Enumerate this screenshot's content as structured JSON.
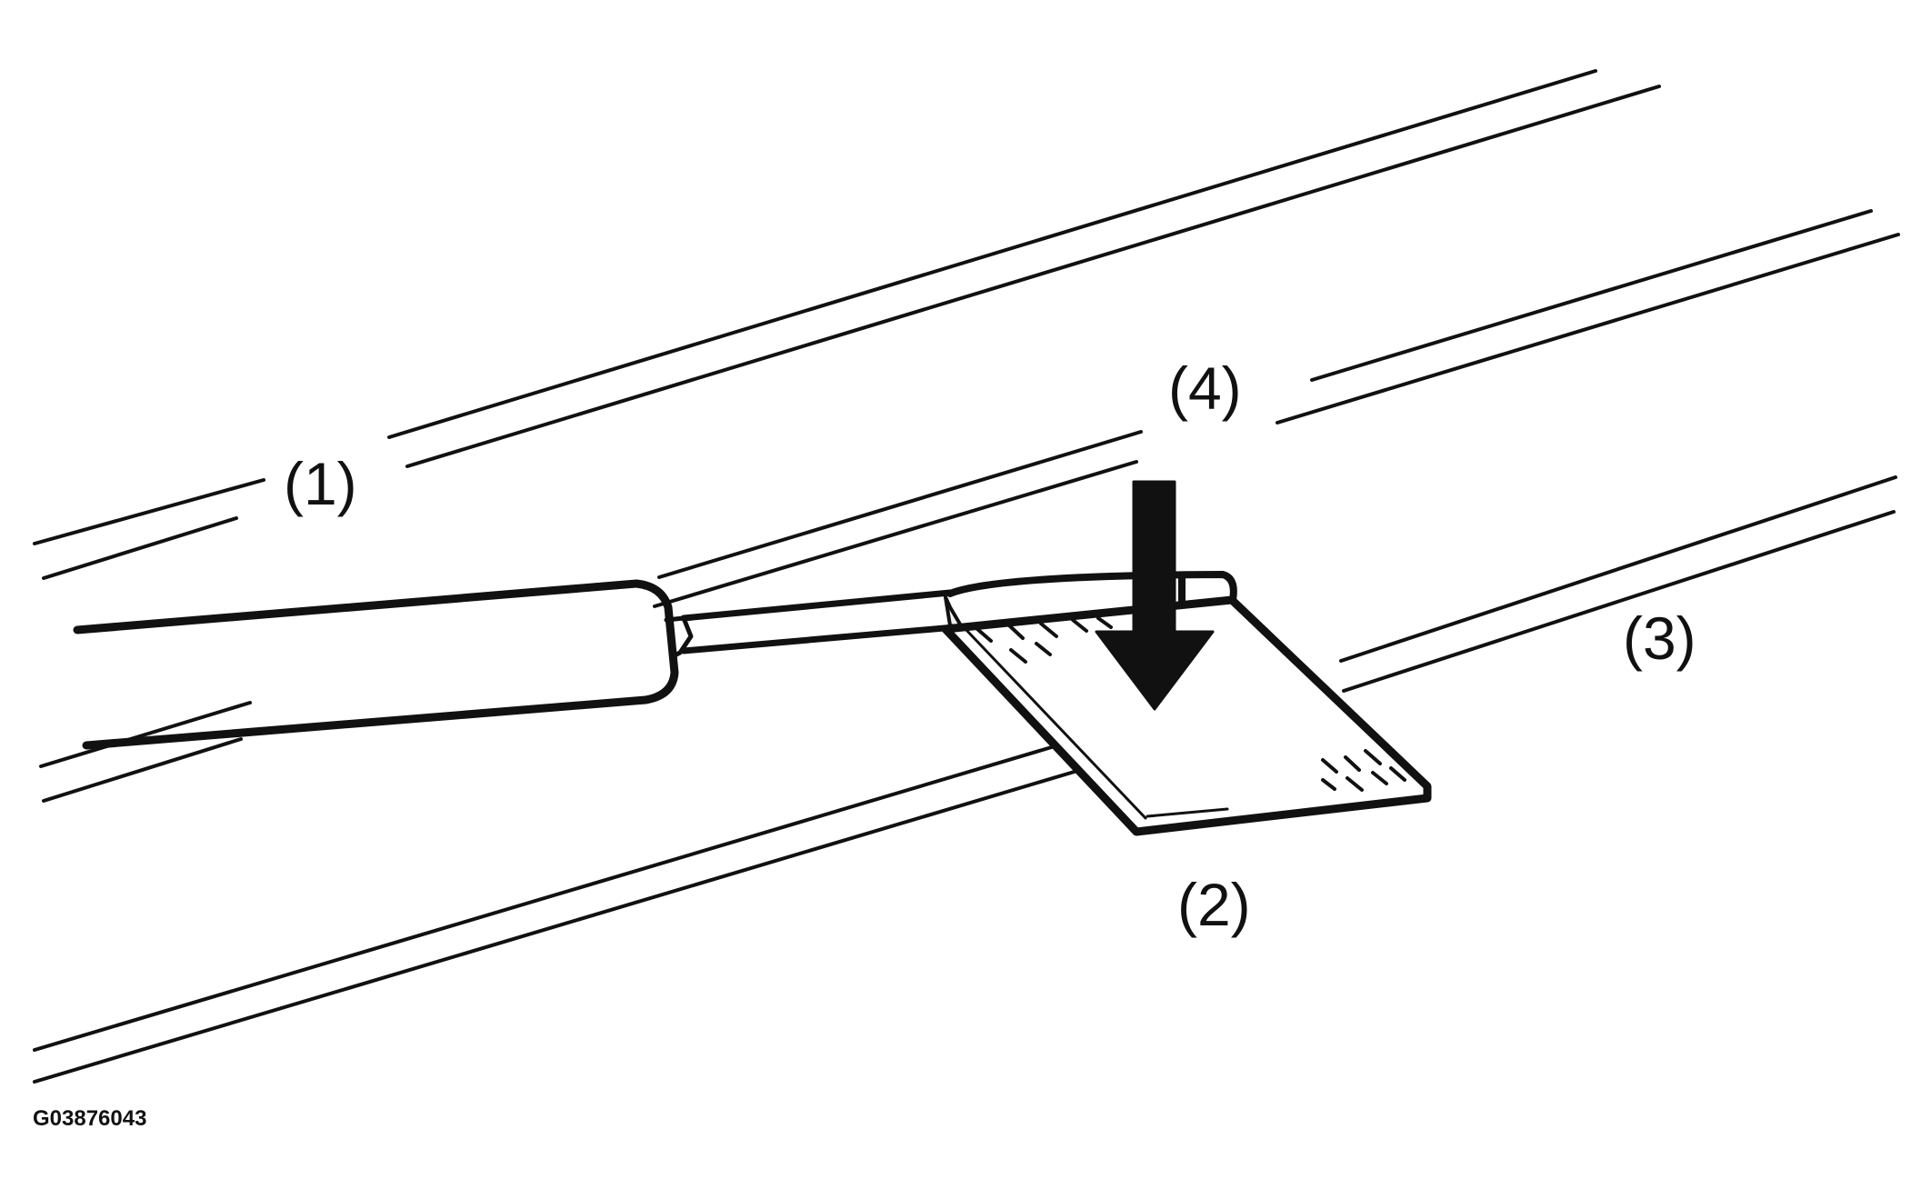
{
  "diagram": {
    "callouts": {
      "c1": "(1)",
      "c2": "(2)",
      "c3": "(3)",
      "c4": "(4)"
    },
    "figure_id": "G03876043"
  },
  "colors": {
    "line": "#111111",
    "background": "#ffffff"
  },
  "icons": {
    "arrow": "down-arrow-icon"
  }
}
